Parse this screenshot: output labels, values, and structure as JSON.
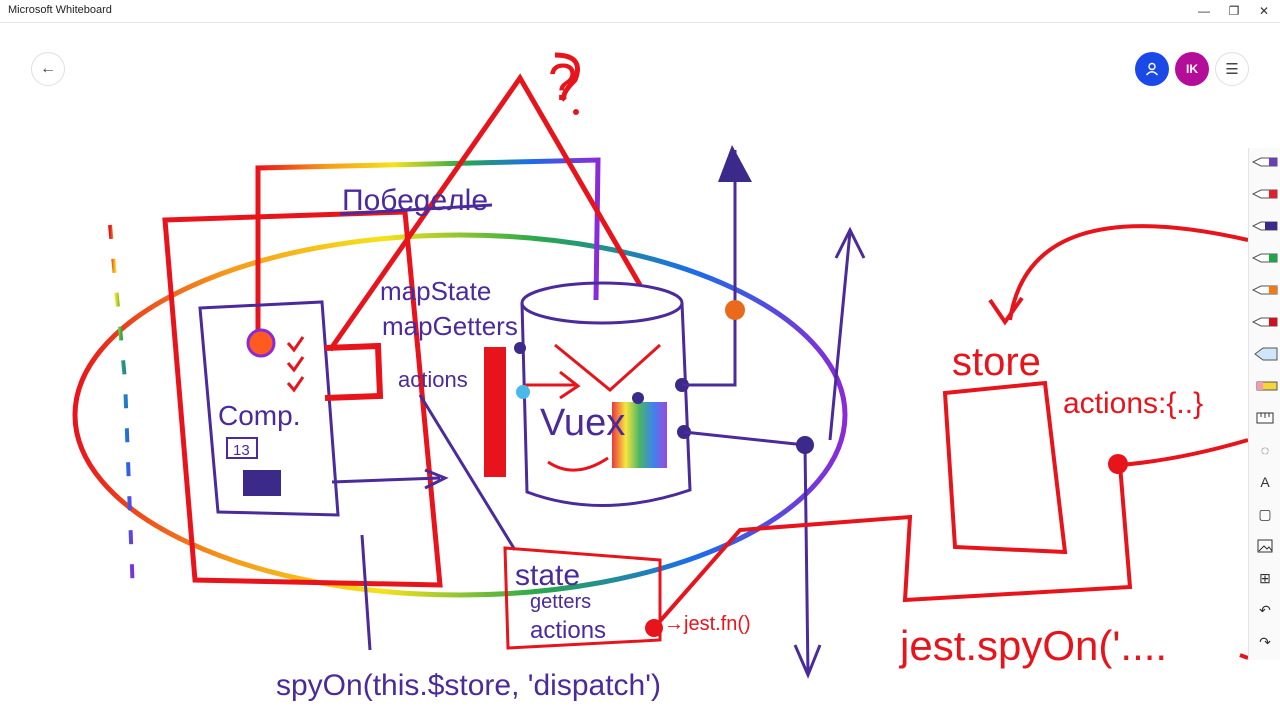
{
  "window": {
    "title": "Microsoft Whiteboard",
    "minimize_glyph": "—",
    "restore_glyph": "❐",
    "close_glyph": "✕"
  },
  "header": {
    "back_icon": "arrow-left-icon",
    "back_glyph": "←",
    "avatars": [
      {
        "name": "person-icon",
        "glyph": "👤"
      },
      {
        "initials": "IK"
      }
    ],
    "menu_glyph": "☰"
  },
  "board": {
    "labels": {
      "pobeg": "Побеgeлle",
      "mapstate": "mapState",
      "mapgetters": "mapGetters",
      "actions_mid": "actions",
      "comp": "Comp.",
      "comp_badge": "13",
      "vuex": "Vuex",
      "state": "state",
      "getters": "getters",
      "actions_box": "actions",
      "jestfn": "→jest.fn()",
      "spyon_bottom": "spyOn(this.$store, 'dispatch')",
      "store": "store",
      "actions_right": "actions:{..}",
      "jest_spyon": "jest.spyOn('....",
      "question": "?"
    },
    "colors": {
      "red": "#e8141b",
      "purple": "#4b2a9b",
      "green": "#2aa84a"
    }
  },
  "toolbar": {
    "pens": [
      {
        "name": "purple-pen-icon",
        "color": "#6a3fb5"
      },
      {
        "name": "red-pen-icon",
        "color": "#e0202a"
      },
      {
        "name": "darkpurple-pen-icon",
        "color": "#3b2a8a"
      },
      {
        "name": "green-pen-icon",
        "color": "#22a34a"
      },
      {
        "name": "rainbow-pen-icon",
        "color": "#f07a1a"
      },
      {
        "name": "red-pen-2-icon",
        "color": "#d01020"
      },
      {
        "name": "highlighter-icon",
        "color": "#7fb6e8"
      },
      {
        "name": "eraser-icon",
        "color": "#f5d53a"
      }
    ],
    "tools": [
      {
        "name": "ruler-icon",
        "glyph": "📏"
      },
      {
        "name": "lasso-icon",
        "glyph": "◌"
      },
      {
        "name": "text-icon",
        "glyph": "A"
      },
      {
        "name": "sticky-note-icon",
        "glyph": "▢"
      },
      {
        "name": "image-icon",
        "glyph": "🖼"
      },
      {
        "name": "insert-icon",
        "glyph": "⊞"
      },
      {
        "name": "undo-icon",
        "glyph": "↶"
      },
      {
        "name": "redo-icon",
        "glyph": "↷"
      }
    ]
  }
}
